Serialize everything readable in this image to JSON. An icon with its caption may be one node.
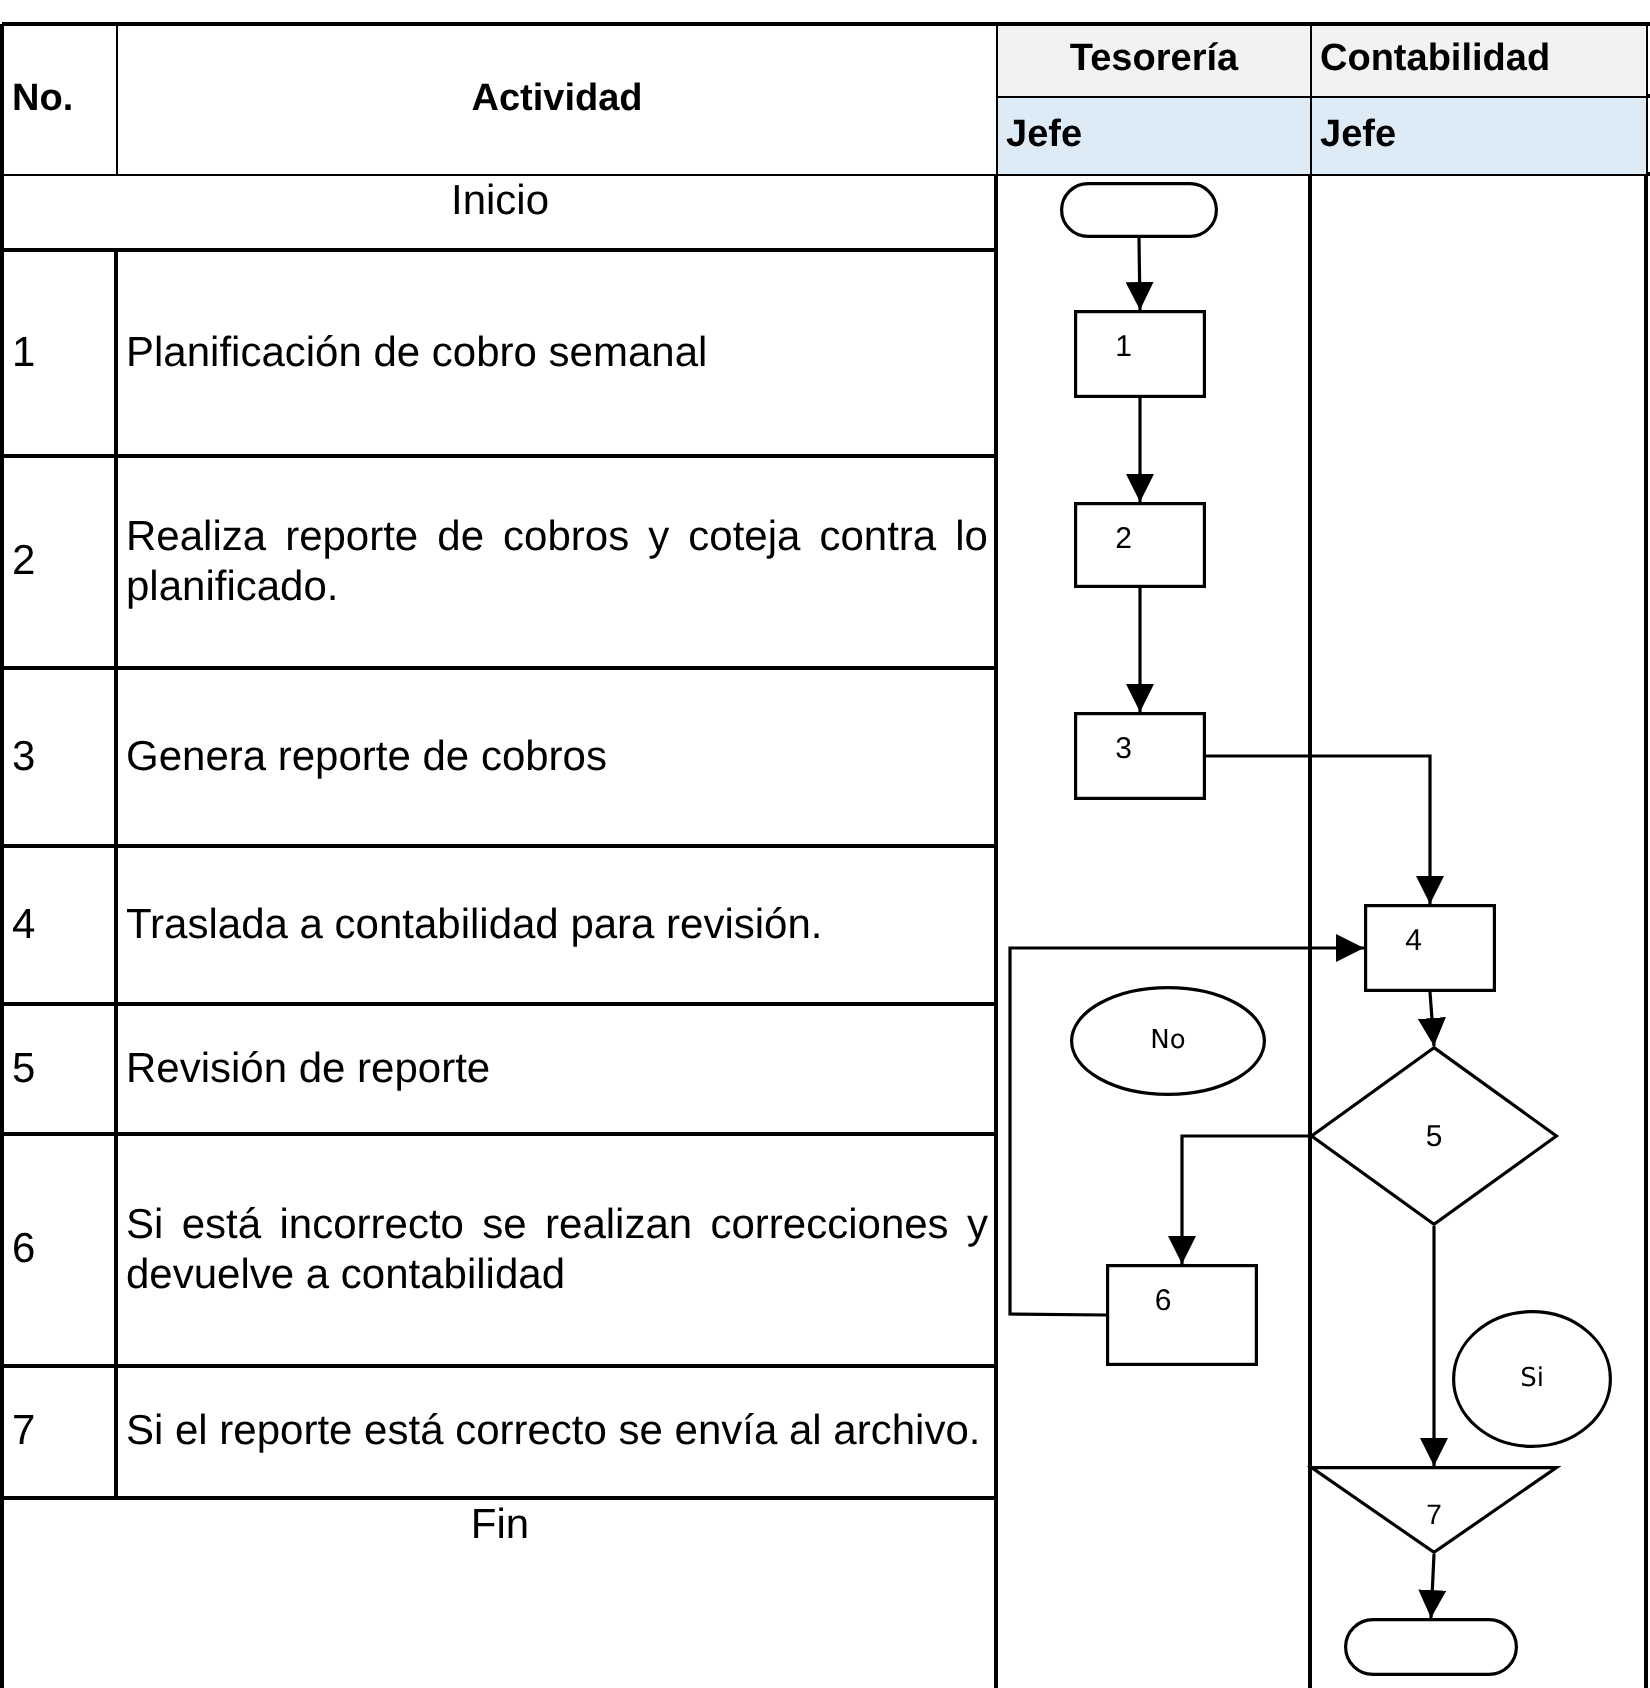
{
  "diagram": {
    "nodes": [
      {
        "text": [],
        "shape": "terminal"
      },
      {
        "text": [
          "1"
        ]
      },
      {
        "text": [
          "2"
        ]
      },
      {
        "text": [
          "3"
        ]
      },
      {
        "text": [
          "4"
        ]
      },
      {
        "text": [
          "No"
        ]
      },
      {
        "text": [
          "5"
        ]
      },
      {
        "text": [
          "6"
        ]
      },
      {
        "text": [
          "Si"
        ]
      },
      {
        "text": [
          "7"
        ]
      },
      {
        "text": [],
        "shape": "terminal"
      }
    ],
    "edges": [
      {
        "from": 0,
        "to": 1,
        "arrow": "to"
      },
      {
        "from": 1,
        "to": 2,
        "arrow": "to"
      },
      {
        "from": 2,
        "to": 3,
        "arrow": "to"
      },
      {
        "from": 3,
        "to": 4,
        "arrow": "to"
      },
      {
        "from": 7,
        "to": 4,
        "arrow": "to"
      },
      {
        "from": 4,
        "to": 6,
        "arrow": "to"
      },
      {
        "from": 6,
        "to": 7,
        "arrow": "to"
      },
      {
        "from": 6,
        "to": 9,
        "arrow": "to"
      },
      {
        "from": 9,
        "to": 10,
        "arrow": "to"
      }
    ],
    "labels": [
      "No.",
      "Actividad",
      "Tesorería",
      "Contabilidad",
      "Jefe",
      "Jefe",
      "Inicio",
      "1",
      "Planificación de cobro semanal",
      "2",
      "Realiza reporte de cobros y coteja contra lo planificado.",
      "3",
      "Genera reporte de cobros",
      "4",
      "Traslada a contabilidad para revisión.",
      "5",
      "Revisión de reporte",
      "6",
      "Si está incorrecto se realizan correcciones y devuelve a contabilidad",
      "7",
      "Si el reporte está correcto se envía al archivo.",
      "Fin"
    ]
  }
}
